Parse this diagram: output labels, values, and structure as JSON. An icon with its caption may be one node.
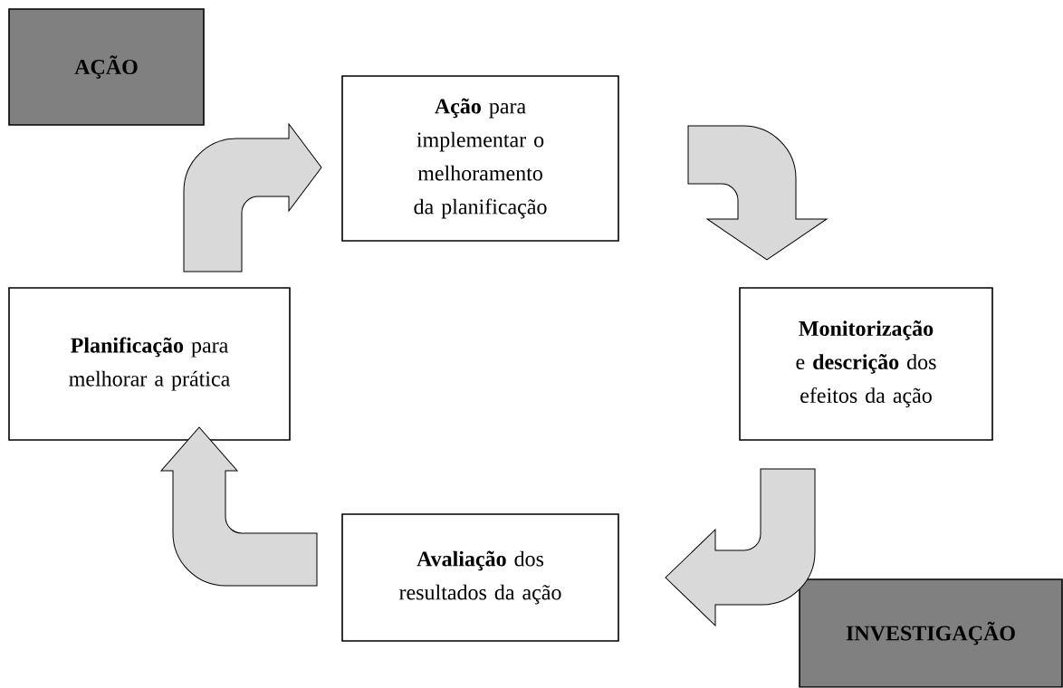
{
  "diagram": {
    "nodes": [
      {
        "text": [
          "AÇÃO"
        ]
      },
      {
        "text": [
          "**Ação** para implementar o melhoramento da planificação"
        ]
      },
      {
        "text": [
          "**Monitorização** e **descrição** dos efeitos da ação"
        ]
      },
      {
        "text": [
          "**Avaliação** dos resultados da ação"
        ]
      },
      {
        "text": [
          "**Planificação** para melhorar a prática"
        ]
      },
      {
        "text": [
          "INVESTIGAÇÃO"
        ]
      }
    ],
    "edges": [
      {
        "from": 4,
        "to": 1,
        "arrow": "to"
      },
      {
        "from": 1,
        "to": 2,
        "arrow": "to"
      },
      {
        "from": 2,
        "to": 3,
        "arrow": "to"
      },
      {
        "from": 3,
        "to": 4,
        "arrow": "to"
      }
    ]
  }
}
